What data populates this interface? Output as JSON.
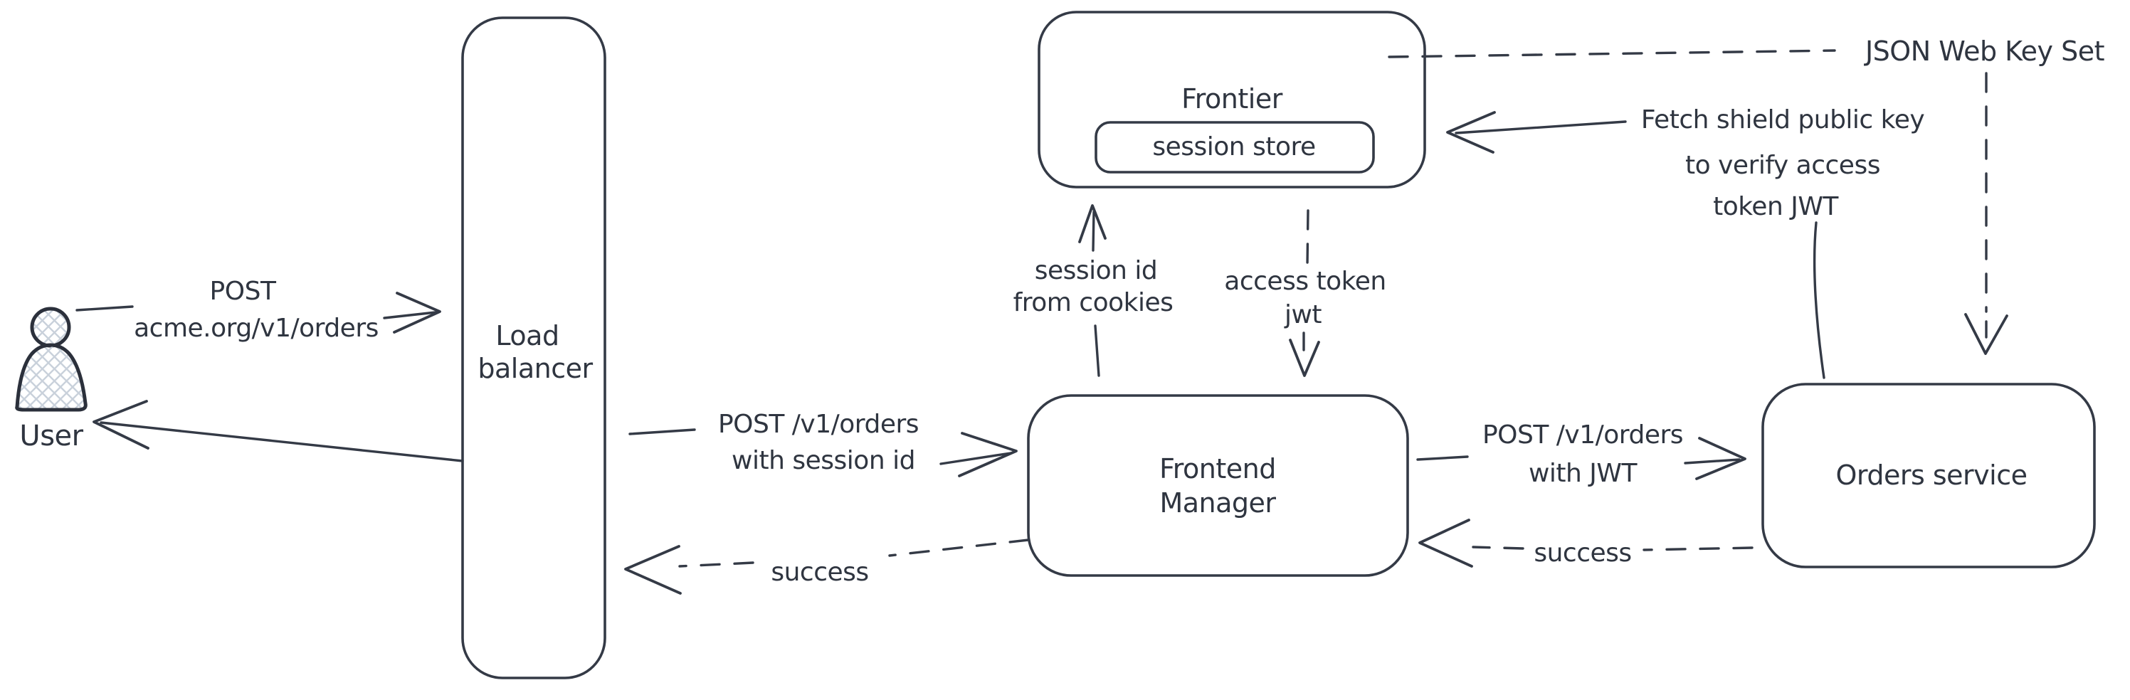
{
  "colors": {
    "stroke": "#343a46",
    "text": "#2f3540",
    "crosshatch": "#c9d1db",
    "background": "#ffffff"
  },
  "nodes": {
    "user": {
      "label": "User"
    },
    "load_balancer": {
      "lines": [
        "Load",
        "balancer"
      ]
    },
    "frontier": {
      "label": "Frontier"
    },
    "session_store": {
      "label": "session store"
    },
    "frontend_manager": {
      "lines": [
        "Frontend",
        "Manager"
      ]
    },
    "orders_service": {
      "label": "Orders service"
    },
    "json_web_key_set": {
      "label": "JSON Web Key Set"
    }
  },
  "edges": {
    "user_request": {
      "lines": [
        "POST",
        "acme.org/v1/orders"
      ]
    },
    "lb_request": {
      "lines": [
        "POST /v1/orders",
        "with session id"
      ]
    },
    "lb_response": {
      "label": "success"
    },
    "session_lookup": {
      "lines": [
        "session id",
        "from cookies"
      ]
    },
    "access_token": {
      "lines": [
        "access token",
        "jwt"
      ]
    },
    "orders_request": {
      "lines": [
        "POST /v1/orders",
        "with JWT"
      ]
    },
    "orders_response": {
      "label": "success"
    },
    "fetch_jwks": {
      "lines": [
        "Fetch shield public key",
        "to verify access",
        "token JWT"
      ]
    }
  }
}
